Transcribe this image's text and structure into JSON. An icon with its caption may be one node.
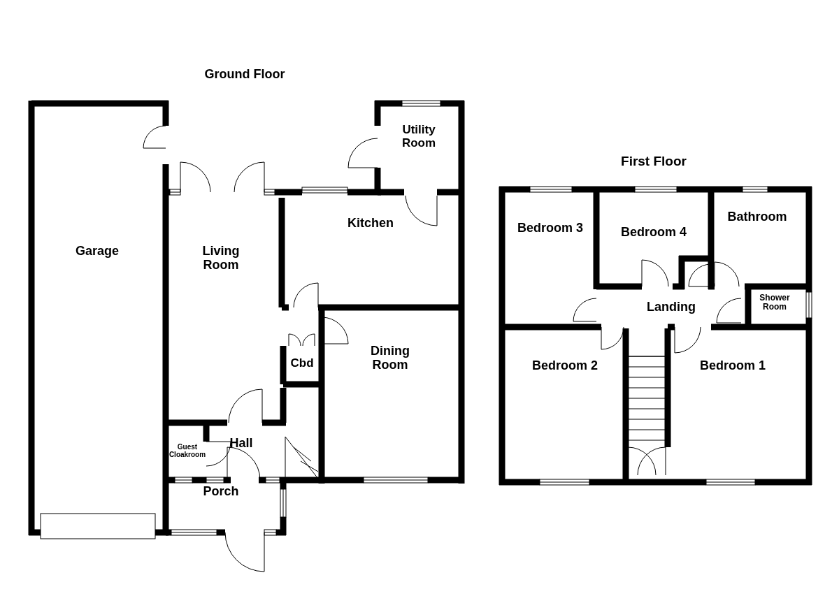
{
  "diagram": {
    "labels": [
      "Ground Floor",
      "Utility Room",
      "Kitchen",
      "Garage",
      "Living Room",
      "Dining Room",
      "Cbd",
      "Hall",
      "Guest Cloakroom",
      "Porch",
      "First Floor",
      "Bedroom 3",
      "Bedroom 4",
      "Bathroom",
      "Shower Room",
      "Landing",
      "Bedroom 2",
      "Bedroom 1"
    ]
  }
}
